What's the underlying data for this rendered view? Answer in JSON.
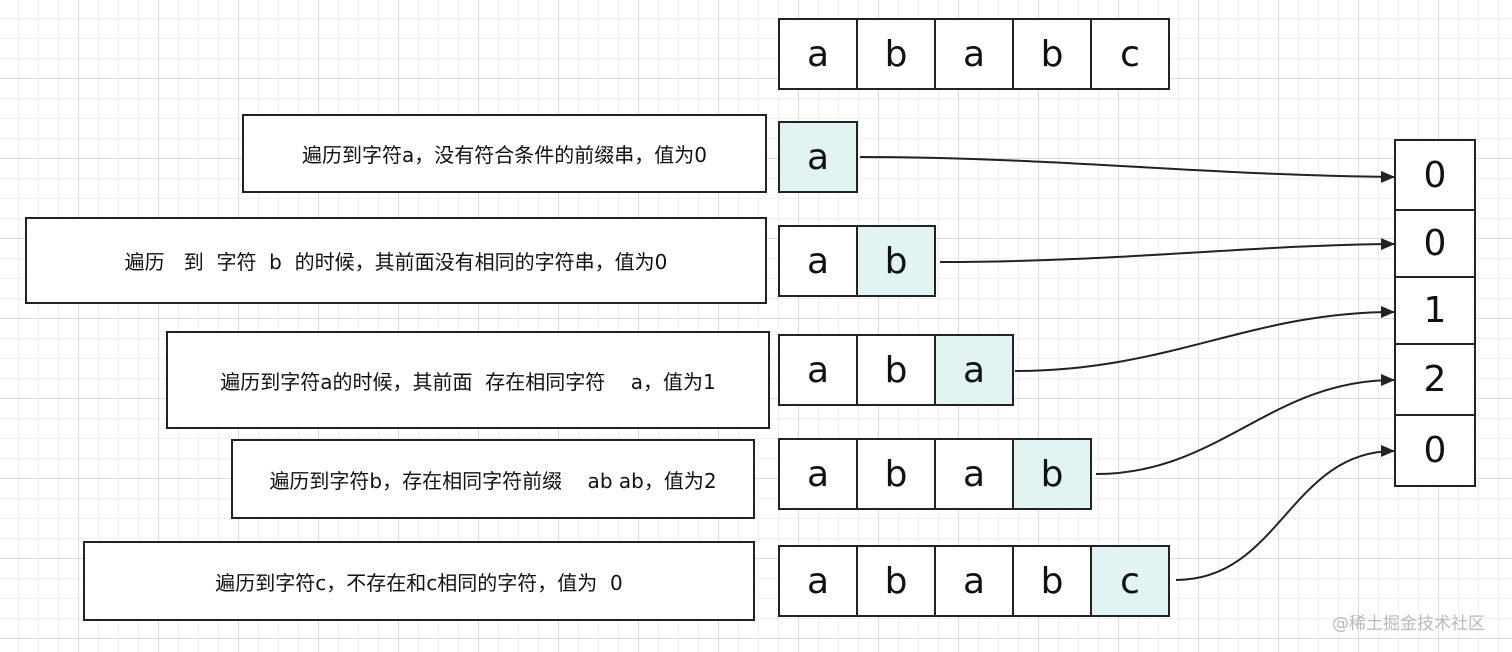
{
  "top_string": [
    "a",
    "b",
    "a",
    "b",
    "c"
  ],
  "notes": [
    "遍历到字符a，没有符合条件的前缀串，值为0",
    "遍历   到  字符  b  的时候，其前面没有相同的字符串，值为0",
    "遍历到字符a的时候，其前面  存在相同字符    a，值为1",
    "遍历到字符b，存在相同字符前缀    ab ab，值为2",
    "遍历到字符c，不存在和c相同的字符，值为  0"
  ],
  "rows": [
    {
      "prefix": [
        "a"
      ],
      "highlight_index": 0
    },
    {
      "prefix": [
        "a",
        "b"
      ],
      "highlight_index": 1
    },
    {
      "prefix": [
        "a",
        "b",
        "a"
      ],
      "highlight_index": 2
    },
    {
      "prefix": [
        "a",
        "b",
        "a",
        "b"
      ],
      "highlight_index": 3
    },
    {
      "prefix": [
        "a",
        "b",
        "a",
        "b",
        "c"
      ],
      "highlight_index": 4
    }
  ],
  "next_values": [
    "0",
    "0",
    "1",
    "2",
    "0"
  ],
  "highlight_color": "#e1f3f3",
  "watermark": "@稀土掘金技术社区"
}
